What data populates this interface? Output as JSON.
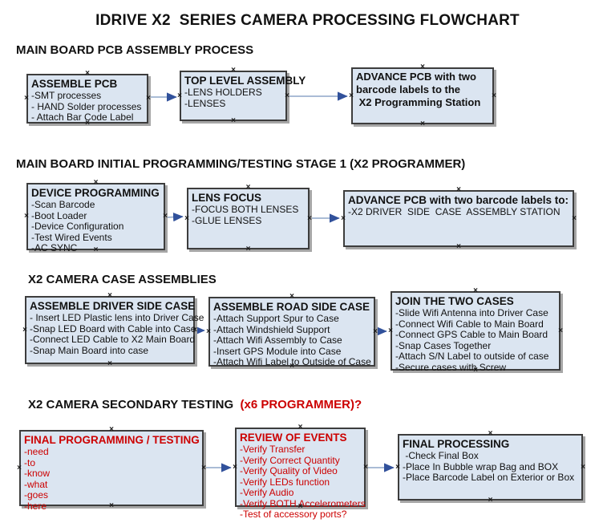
{
  "title": "IDRIVE X2  SERIES CAMERA PROCESSING FLOWCHART",
  "colors": {
    "box_fill": "#dbe5f1",
    "box_border": "#3d3d3d",
    "red_text": "#cc0000",
    "connector_line": "#8ea6c8",
    "connector_arrowhead": "#31519b"
  },
  "sections": [
    {
      "header": "MAIN BOARD PCB ASSEMBLY PROCESS",
      "boxes": [
        {
          "title": "ASSEMBLE PCB",
          "lines": [
            "-SMT processes",
            "- HAND Solder processes",
            "- Attach Bar Code Label"
          ]
        },
        {
          "title": "TOP LEVEL ASSEMBLY",
          "lines": [
            "-LENS HOLDERS",
            "-LENSES"
          ]
        },
        {
          "title": "",
          "lines": [
            "ADVANCE PCB with two",
            "barcode labels to the",
            " X2 Programming Station"
          ]
        }
      ]
    },
    {
      "header": "MAIN BOARD INITIAL PROGRAMMING/TESTING STAGE 1 (X2 PROGRAMMER)",
      "boxes": [
        {
          "title": "DEVICE PROGRAMMING",
          "lines": [
            "-Scan Barcode",
            "-Boot Loader",
            "-Device Configuration",
            "-Test Wired Events",
            "-AC SYNC"
          ]
        },
        {
          "title": "LENS FOCUS",
          "lines": [
            "-FOCUS BOTH LENSES",
            "-GLUE LENSES"
          ]
        },
        {
          "title": "ADVANCE PCB with two barcode labels to:",
          "lines": [
            "-X2 DRIVER  SIDE  CASE  ASSEMBLY STATION"
          ]
        }
      ]
    },
    {
      "header": "X2 CAMERA CASE ASSEMBLIES",
      "boxes": [
        {
          "title": "ASSEMBLE DRIVER SIDE CASE",
          "lines": [
            "- Insert LED Plastic lens into Driver Case",
            "-Snap LED Board with Cable into Case",
            "-Connect LED Cable to X2 Main Board",
            "-Snap Main Board into case"
          ]
        },
        {
          "title": "ASSEMBLE ROAD SIDE CASE",
          "lines": [
            "-Attach Support Spur to Case",
            "-Attach Windshield Support",
            "-Attach Wifi Assembly to Case",
            "-Insert GPS Module into Case",
            "-Attach Wifi Label to Outside of Case"
          ]
        },
        {
          "title": "JOIN THE TWO CASES",
          "lines": [
            "-Slide Wifi Antenna into Driver Case",
            "-Connect Wifi Cable to Main Board",
            "-Connect GPS Cable to Main Board",
            "-Snap Cases Together",
            "-Attach S/N Label to outside of case",
            "-Secure cases with Screw"
          ]
        }
      ]
    },
    {
      "header": "X2 CAMERA SECONDARY TESTING",
      "header_suffix": "  (x6 PROGRAMMER)?",
      "boxes": [
        {
          "title": "FINAL PROGRAMMING / TESTING",
          "lines": [
            "-need",
            "-to",
            "-know",
            "-what",
            "-goes",
            "-here"
          ]
        },
        {
          "title": "REVIEW OF EVENTS",
          "lines": [
            "-Verify Transfer",
            "-Verify Correct Quantity",
            "-Verify Quality of Video",
            "-Verify LEDs function",
            "-Verify Audio",
            "-Verify BOTH Accelerometers",
            "-Test of accessory ports?"
          ]
        },
        {
          "title": "FINAL PROCESSING",
          "lines": [
            " -Check Final Box",
            "-Place In Bubble wrap Bag and BOX",
            "-Place Barcode Label on Exterior or Box"
          ]
        }
      ]
    }
  ]
}
